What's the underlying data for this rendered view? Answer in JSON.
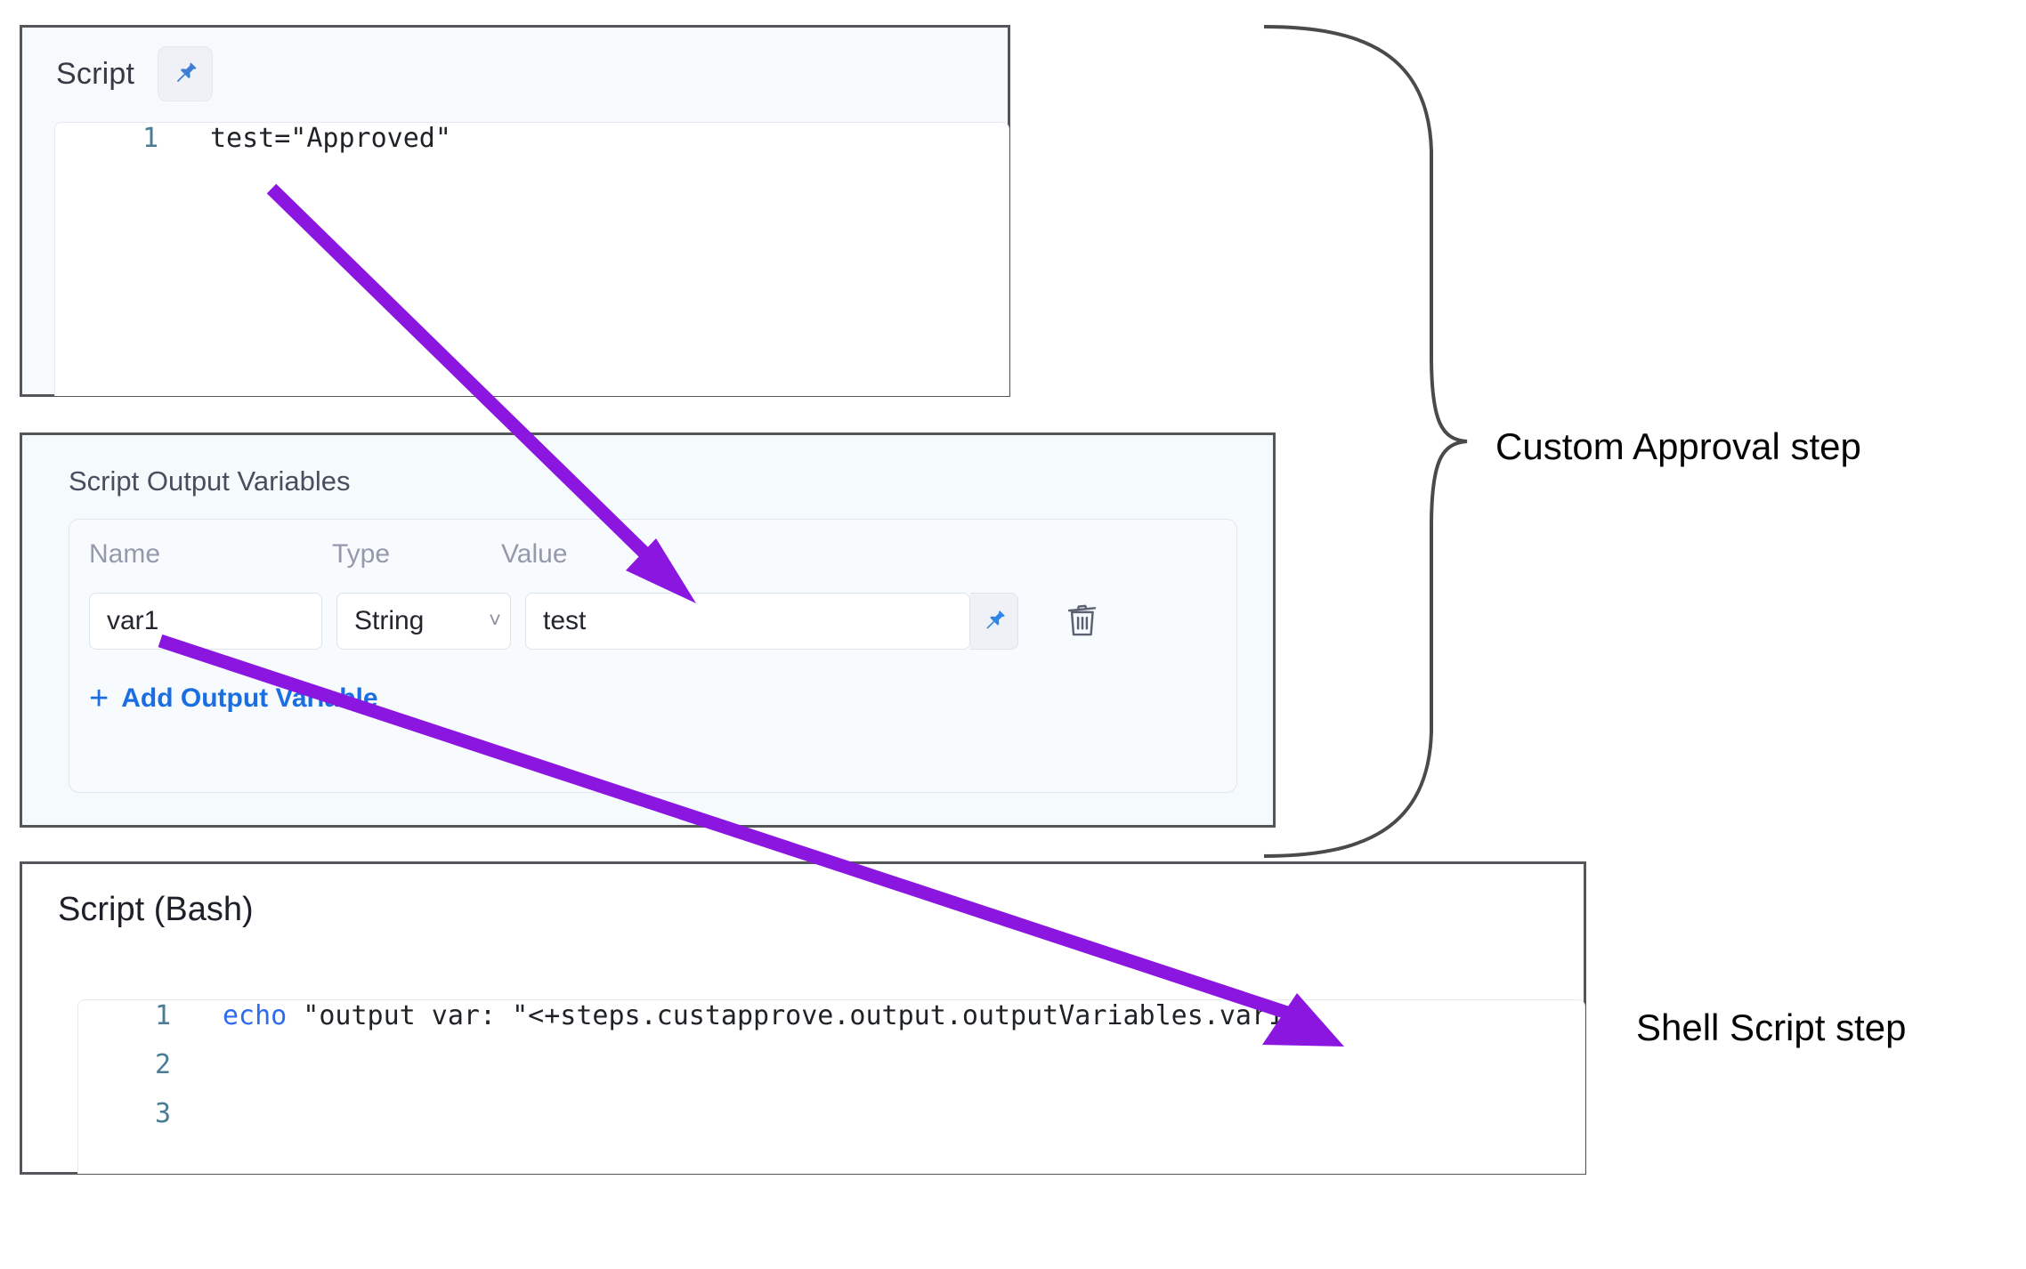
{
  "script_card": {
    "title": "Script",
    "pin_icon": "pushpin-icon",
    "code_lines": [
      {
        "number": "1",
        "text": "test=\"Approved\""
      }
    ]
  },
  "output_variables_card": {
    "title": "Script Output Variables",
    "columns": [
      "Name",
      "Type",
      "Value"
    ],
    "rows": [
      {
        "name": "var1",
        "type": "String",
        "value": "test",
        "pin_icon": "pushpin-icon",
        "delete_icon": "trash-icon",
        "caret_icon": "chevron-down-icon"
      }
    ],
    "add_label": "Add Output Variable",
    "add_plus": "+"
  },
  "bash_card": {
    "title": "Script (Bash)",
    "code_lines": [
      {
        "number": "1",
        "keyword": "echo",
        "text": " \"output var: \"<+steps.custapprove.output.outputVariables.var1>"
      },
      {
        "number": "2",
        "keyword": "",
        "text": ""
      },
      {
        "number": "3",
        "keyword": "",
        "text": ""
      }
    ]
  },
  "annotations": {
    "custom_approval": "Custom Approval step",
    "shell_script": "Shell Script step"
  },
  "colors": {
    "arrow": "#8b16e0",
    "brace": "#4a4a4a",
    "card_border": "#54565a",
    "link": "#1b6ee0",
    "pin": "#3c7fd4",
    "line_number": "#4b7c95",
    "keyword": "#2d6cf0"
  }
}
